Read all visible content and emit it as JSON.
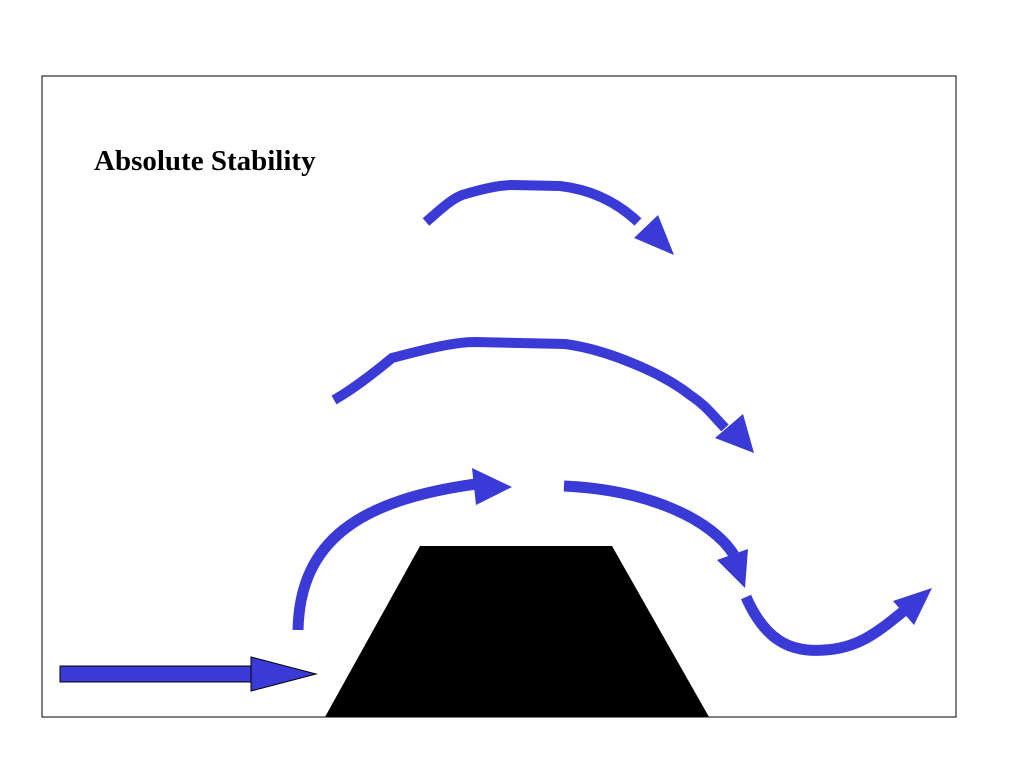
{
  "slide": {
    "title": "Absolute Stability"
  },
  "colors": {
    "arrow": "#3a3ad6",
    "mountain": "#000000",
    "border": "#000000",
    "background": "#ffffff"
  },
  "icons": {
    "mountain": "trapezoid-mountain",
    "wind": "arrow"
  }
}
